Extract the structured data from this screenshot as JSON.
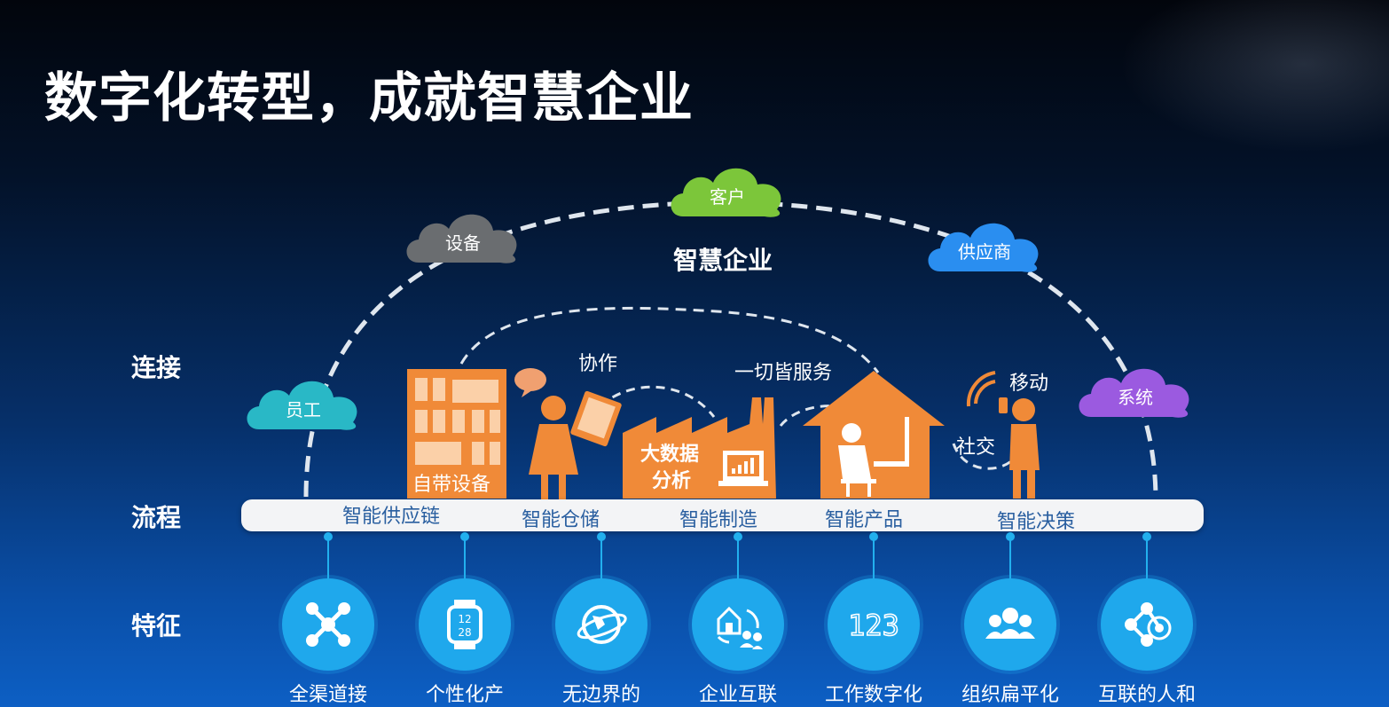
{
  "title": "数字化转型，成就智慧企业",
  "center_label": "智慧企业",
  "clouds": [
    {
      "label": "客户",
      "color": "#7cc63a"
    },
    {
      "label": "设备",
      "color": "#6a6d70"
    },
    {
      "label": "供应商",
      "color": "#2a8ef0"
    },
    {
      "label": "员工",
      "color": "#29b8c6"
    },
    {
      "label": "系统",
      "color": "#9b5ae0"
    }
  ],
  "rows": {
    "connect": "连接",
    "process": "流程",
    "feature": "特征"
  },
  "scene": {
    "collab": "协作",
    "everything_service": "一切皆服务",
    "mobile": "移动",
    "social": "社交",
    "byod": "自带设备",
    "bigdata_1": "大数据",
    "bigdata_2": "分析",
    "accent_color": "#f08a38"
  },
  "process_items": [
    "智能供应链",
    "智能仓储",
    "智能制造",
    "智能产品",
    "智能决策"
  ],
  "features": [
    {
      "label": "全渠道接",
      "icon": "network-hub-icon"
    },
    {
      "label": "个性化产",
      "icon": "smartwatch-icon"
    },
    {
      "label": "无边界的",
      "icon": "globe-icon"
    },
    {
      "label": "企业互联",
      "icon": "enterprise-connect-icon"
    },
    {
      "label": "工作数字化",
      "icon": "digits-123-icon"
    },
    {
      "label": "组织扁平化",
      "icon": "team-icon"
    },
    {
      "label": "互联的人和",
      "icon": "connected-nodes-icon"
    }
  ],
  "feature_color": "#1fa8ec"
}
